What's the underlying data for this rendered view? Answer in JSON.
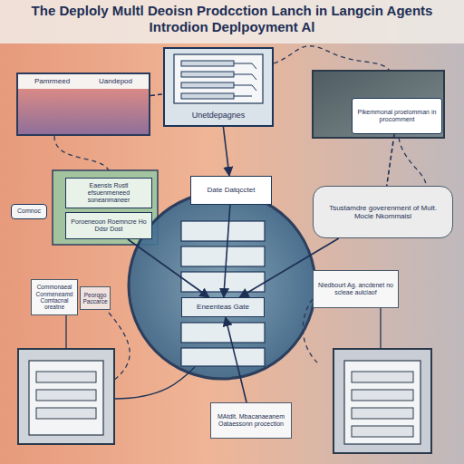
{
  "diagram": {
    "title": "The Deploly Multl Deoisn Prodcction Lanch in Langcin Agents Introdion Deplpoyment Al",
    "nodes": [
      {
        "text": [
          "Pamrmeed",
          "Uandepod"
        ]
      },
      {
        "text": [
          "Unetdepagnes"
        ]
      },
      {
        "text": [
          "Pikemmonal proelomman in procomment"
        ]
      },
      {
        "text": [
          "Eaensis Rustl efsuenmeneed soneanmaneer"
        ]
      },
      {
        "text": [
          "Poroeneoon Roemncre Ho Ddsr Dost"
        ]
      },
      {
        "text": [
          "Comnoc"
        ]
      },
      {
        "text": [
          "Date Datqcctet"
        ]
      },
      {
        "text": [
          "Tsustamdre goverenment of Mult. Mocie Nkommaisl"
        ]
      },
      {
        "text": [
          "Niedbourt Ag. ancdenet no scleae aulciaof"
        ]
      },
      {
        "text": [
          "Commonaeal Conmeneamd Comtacnal oreatne"
        ]
      },
      {
        "text": [
          "Peorqgo Paccarce"
        ]
      },
      {
        "text": [
          "Eneenteas Gate"
        ]
      },
      {
        "text": [
          "MAtdlt. Mbacanaeanem Oataessonn procection"
        ]
      }
    ],
    "edges": [
      {
        "from": 0,
        "to": 1,
        "arrow": "none"
      },
      {
        "from": 1,
        "to": 6,
        "arrow": "to"
      },
      {
        "from": 6,
        "to": 11,
        "arrow": "to"
      },
      {
        "from": 4,
        "to": 11,
        "arrow": "to"
      },
      {
        "from": 7,
        "to": 11,
        "arrow": "to"
      },
      {
        "from": 12,
        "to": 11,
        "arrow": "to"
      },
      {
        "from": 2,
        "to": 7,
        "arrow": "none"
      }
    ]
  }
}
